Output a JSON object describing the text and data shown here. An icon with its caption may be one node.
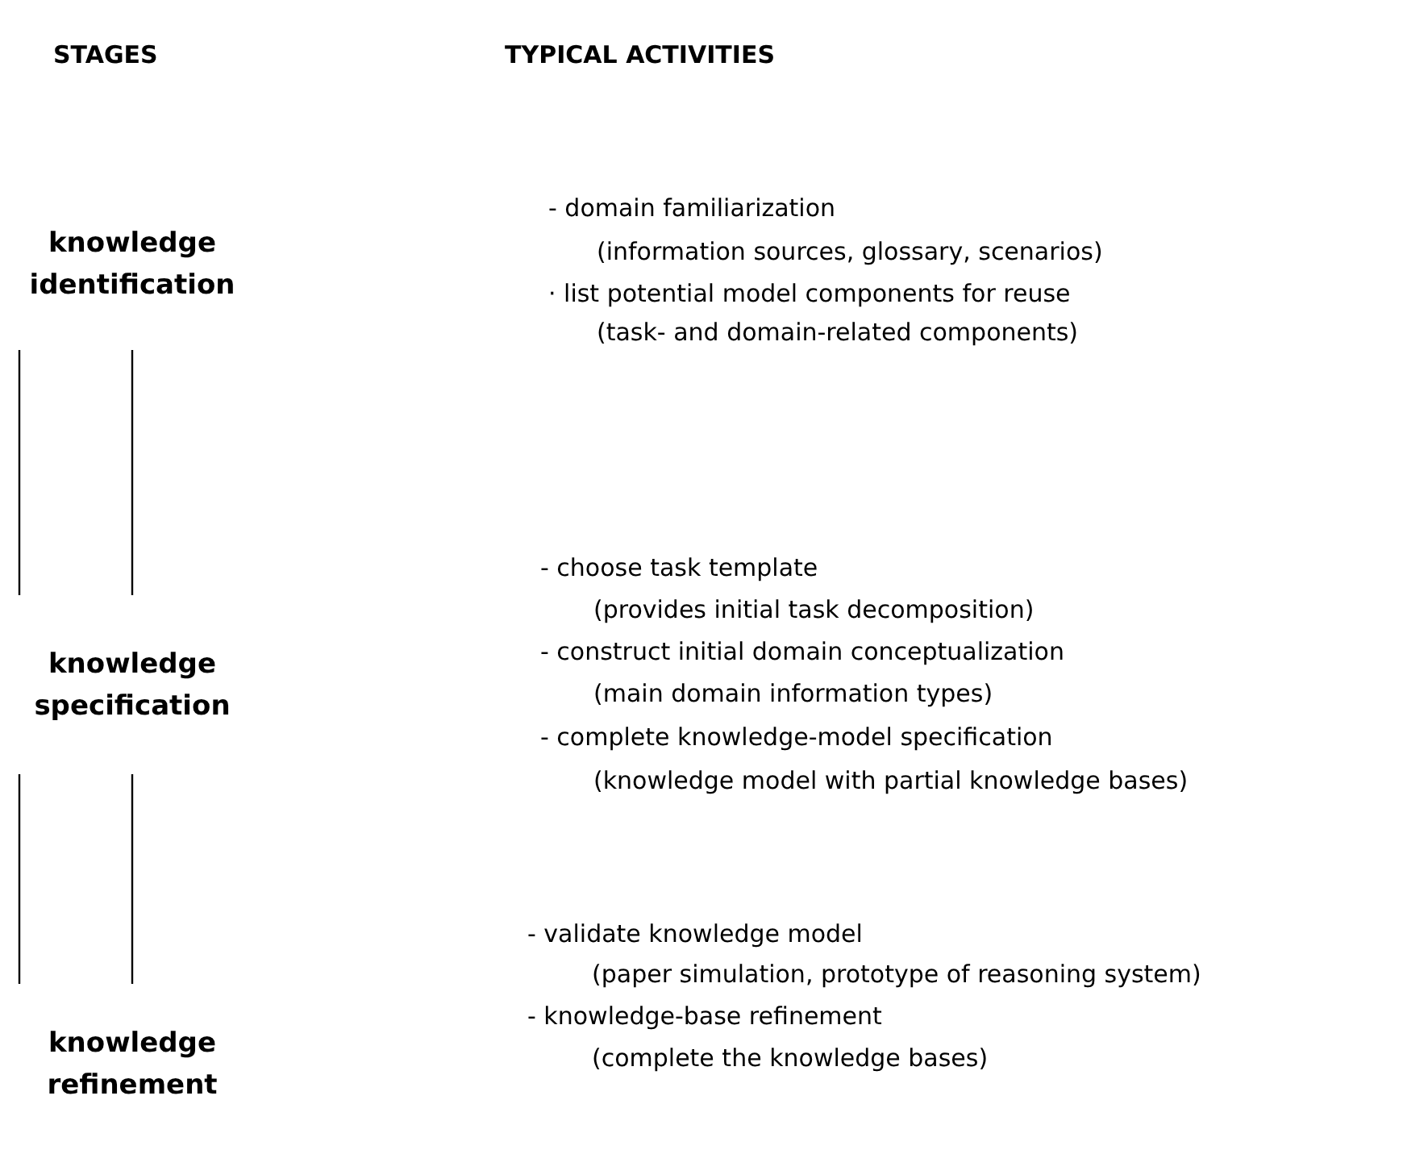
{
  "diagram": {
    "nodes": [
      {
        "text": [
          "knowledge identification"
        ]
      },
      {
        "text": [
          "knowledge specification"
        ]
      },
      {
        "text": [
          "knowledge refinement"
        ]
      }
    ],
    "edges": [
      {
        "from": 0,
        "to": 1,
        "arrow": "none"
      },
      {
        "from": 1,
        "to": 2,
        "arrow": "none"
      }
    ],
    "labels": [
      "STAGES",
      "TYPICAL ACTIVITIES",
      "- domain familiarization",
      "(information sources, glossary, scenarios)",
      "· list potential model components for reuse",
      "(task- and domain-related components)",
      "- choose task template",
      "(provides initial task decomposition)",
      "- construct initial domain conceptualization",
      "(main domain information types)",
      "- complete knowledge-model specification",
      "(knowledge model with partial knowledge bases)",
      "- validate knowledge model",
      "(paper simulation, prototype of reasoning system)",
      "- knowledge-base refinement",
      "(complete the knowledge bases)"
    ]
  }
}
